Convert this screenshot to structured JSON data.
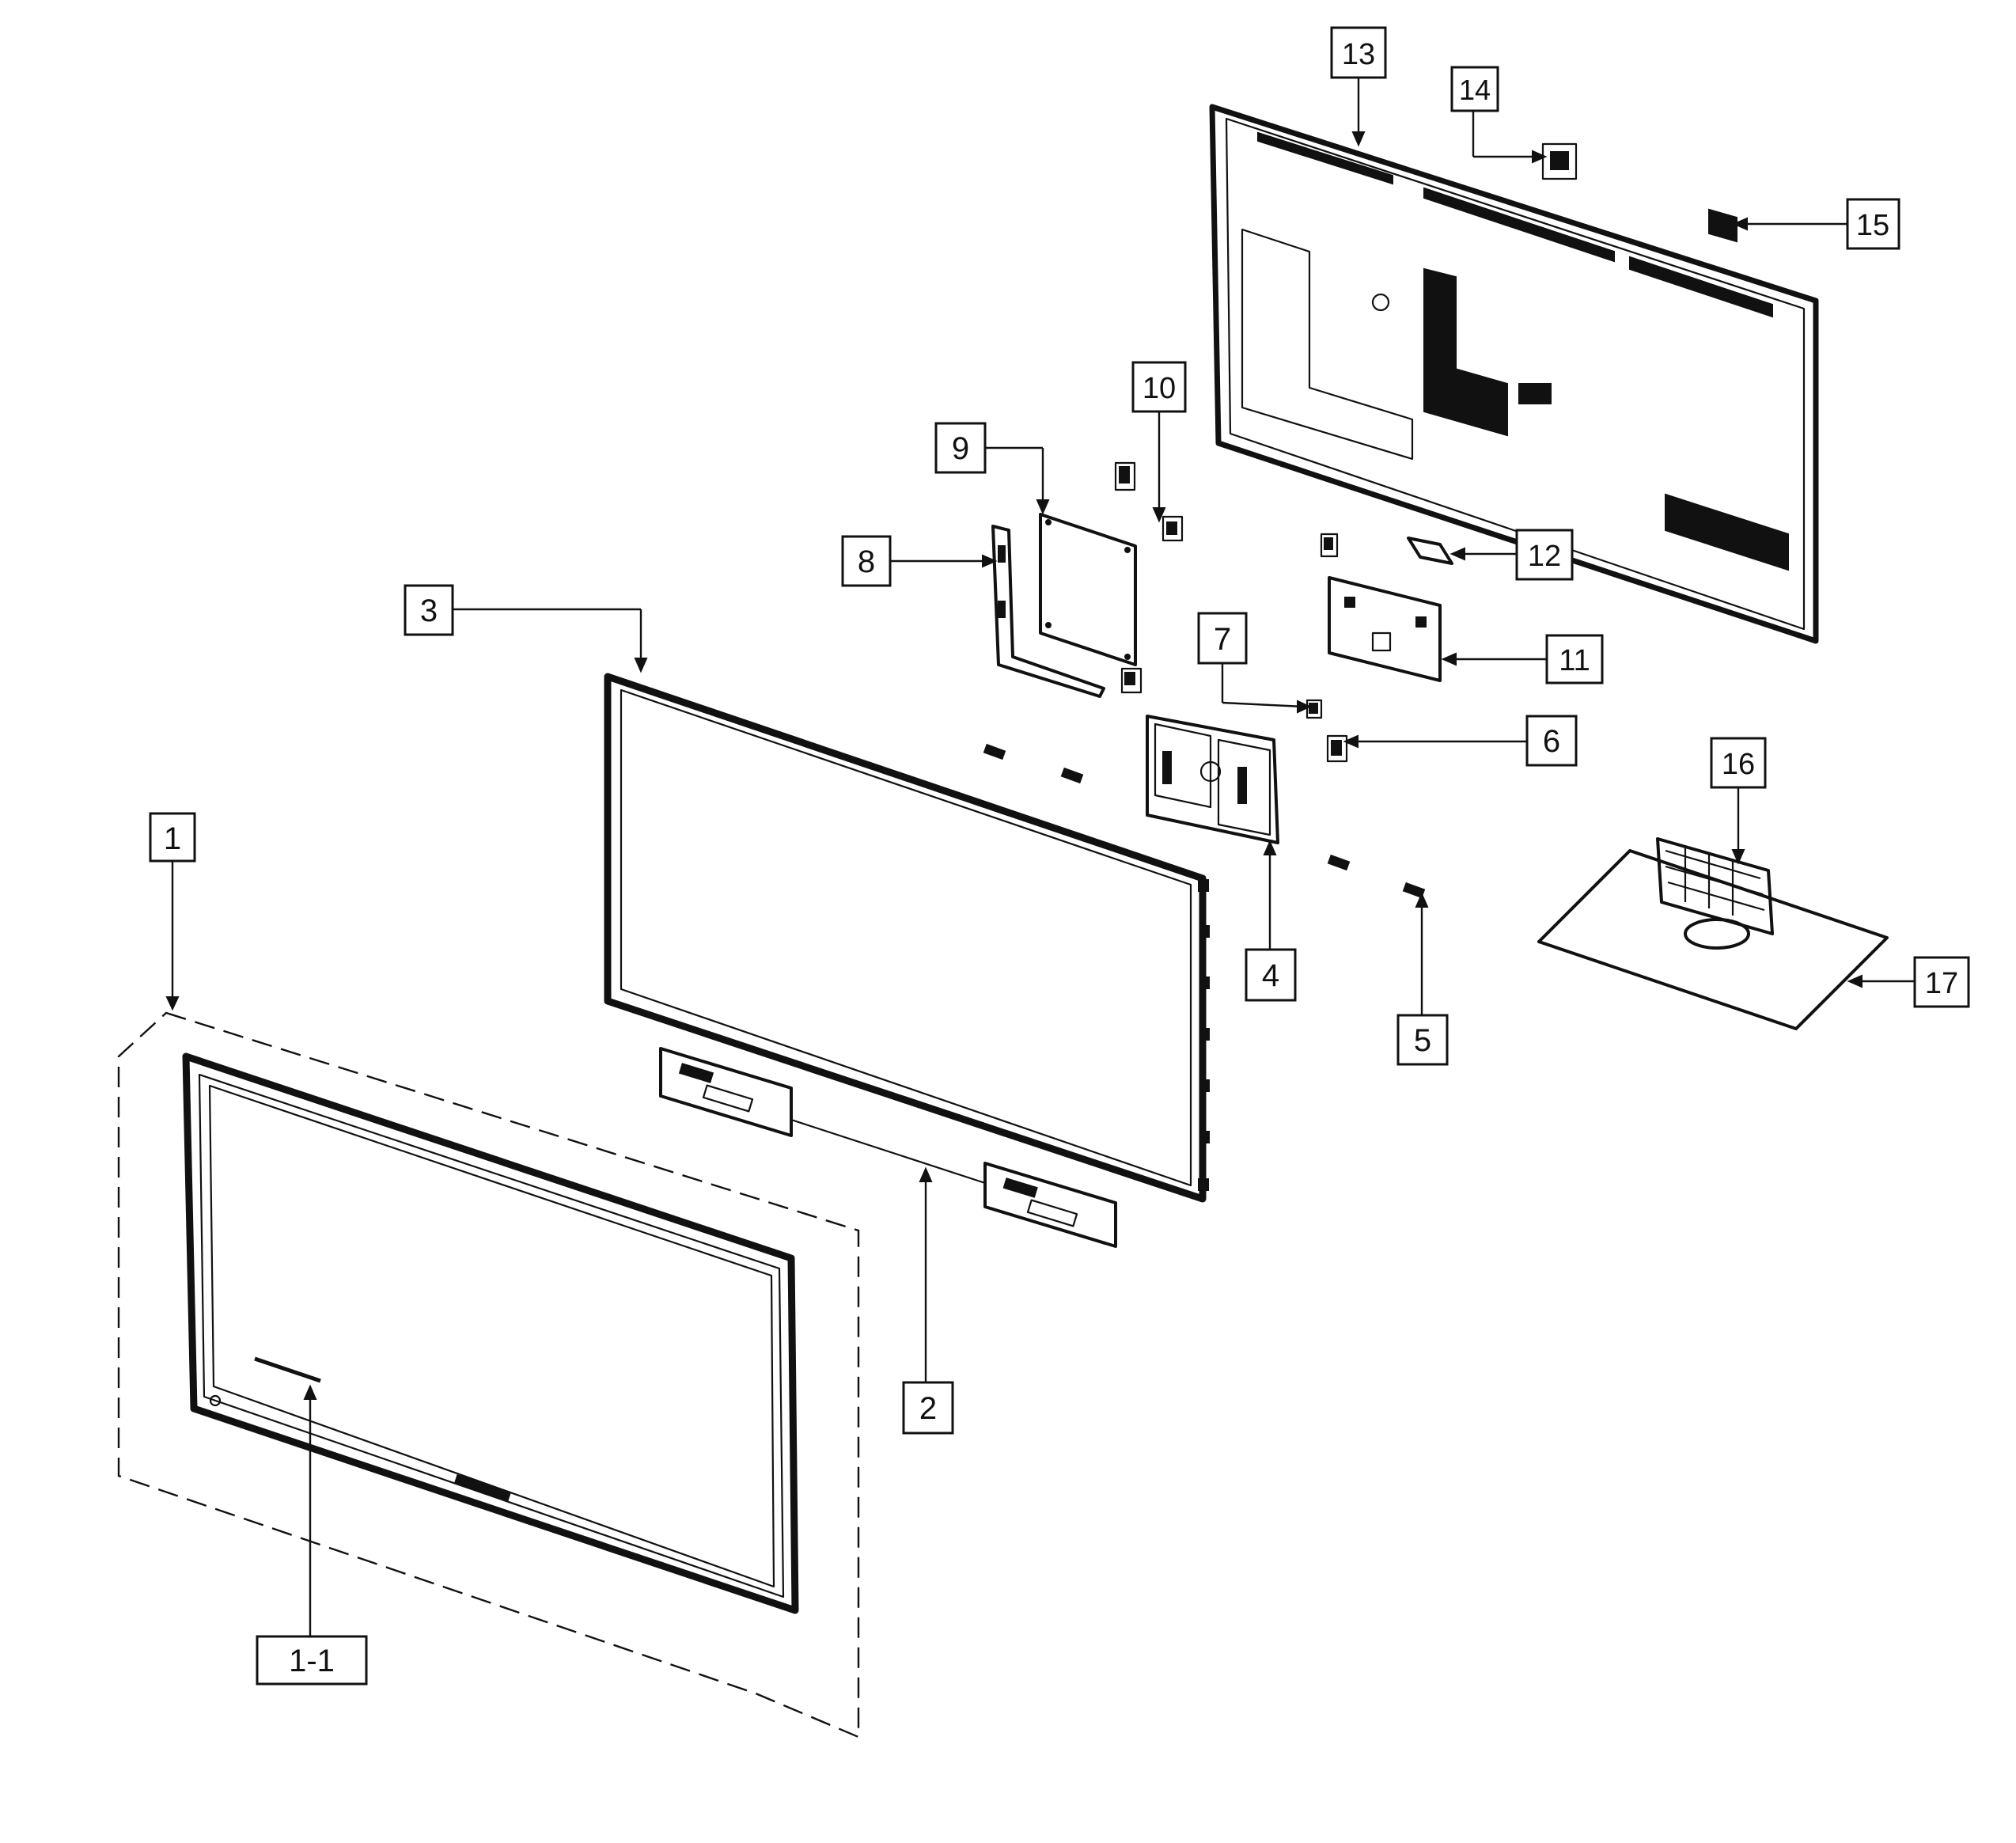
{
  "labels": [
    {
      "key": "p1",
      "text": "1"
    },
    {
      "key": "p1_1",
      "text": "1-1"
    },
    {
      "key": "p2",
      "text": "2"
    },
    {
      "key": "p3",
      "text": "3"
    },
    {
      "key": "p4",
      "text": "4"
    },
    {
      "key": "p5",
      "text": "5"
    },
    {
      "key": "p6",
      "text": "6"
    },
    {
      "key": "p7",
      "text": "7"
    },
    {
      "key": "p8",
      "text": "8"
    },
    {
      "key": "p9",
      "text": "9"
    },
    {
      "key": "p10",
      "text": "10"
    },
    {
      "key": "p11",
      "text": "11"
    },
    {
      "key": "p12",
      "text": "12"
    },
    {
      "key": "p13",
      "text": "13"
    },
    {
      "key": "p14",
      "text": "14"
    },
    {
      "key": "p15",
      "text": "15"
    },
    {
      "key": "p16",
      "text": "16"
    },
    {
      "key": "p17",
      "text": "17"
    }
  ],
  "colors": {
    "ink": "#111111",
    "paper": "#ffffff"
  }
}
